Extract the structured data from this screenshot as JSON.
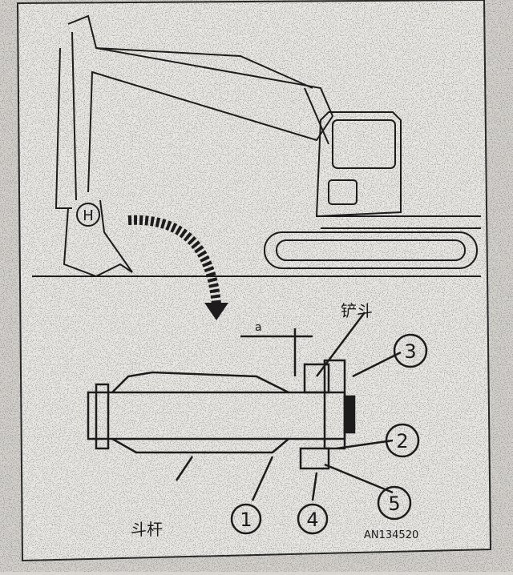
{
  "labels": {
    "detail_marker": "H",
    "dimension": "a",
    "bucket": "铲斗",
    "arm": "斗杆",
    "callouts": [
      "1",
      "2",
      "3",
      "4",
      "5"
    ],
    "figure_code": "AN134520"
  },
  "colors": {
    "paper": "#e9e7e3",
    "ink": "#1c1c1c",
    "background": "#d9d6d1"
  }
}
